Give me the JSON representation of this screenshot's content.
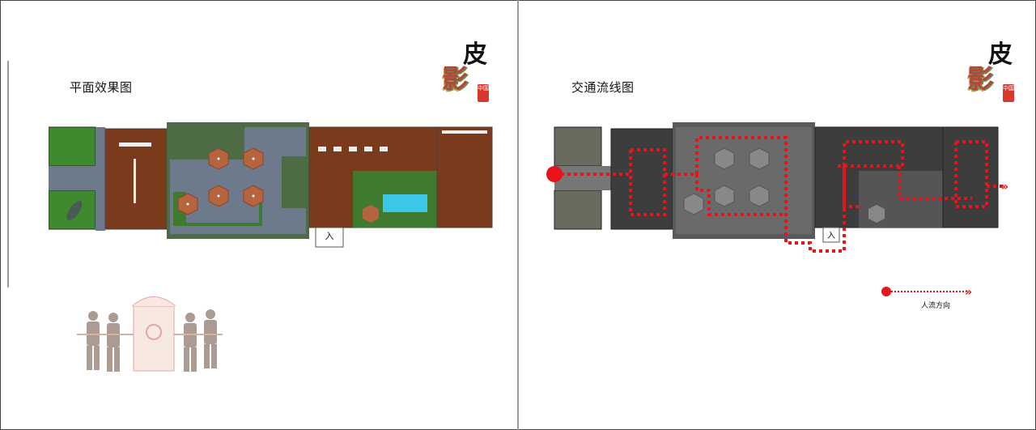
{
  "left_page": {
    "title": "平面效果图",
    "logo": {
      "char1": "皮",
      "char2": "影",
      "seal": "中国"
    },
    "entrance_label": "入",
    "decor": "shadow-puppet-sedan-procession"
  },
  "right_page": {
    "title": "交通流线图",
    "logo": {
      "char1": "皮",
      "char2": "影",
      "seal": "中国"
    },
    "entrance_label": "入",
    "legend": {
      "label": "人流方向",
      "color": "#e8141b"
    }
  },
  "colors": {
    "flow_red": "#e8141b",
    "wood": "#7a3a1c",
    "paving": "#6d7a8c",
    "lawn": "#3f8a2e",
    "hedge": "#4d6b45",
    "umbrella": "#b5643d",
    "water": "#3cc6e8"
  }
}
